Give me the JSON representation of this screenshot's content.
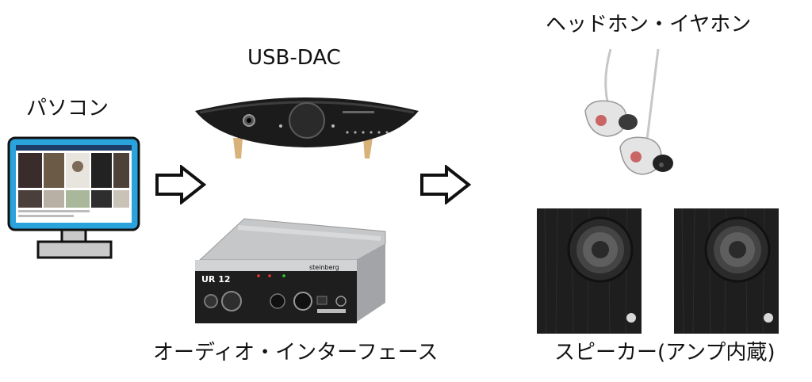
{
  "labels": {
    "pc": "パソコン",
    "usb_dac": "USB-DAC",
    "audio_interface": "オーディオ・インターフェース",
    "headphones": "ヘッドホン・イヤホン",
    "speakers": "スピーカー(アンプ内蔵)"
  },
  "device_text": {
    "interface_brand": "steinberg",
    "interface_model": "UR 12"
  },
  "icons": {
    "pc": "monitor-icon",
    "arrow": "outline-right-arrow-icon",
    "dac": "usb-dac-device",
    "interface": "audio-interface-device",
    "earphones": "in-ear-monitor-earphones",
    "speaker": "bookshelf-speaker"
  },
  "colors": {
    "monitor_frame": "#2aa2dc",
    "monitor_stand": "#c9c9c9",
    "device_dark": "#1b1b1b",
    "speaker_wood": "#1e1e1e",
    "interface_silver": "#c8c9cb"
  }
}
